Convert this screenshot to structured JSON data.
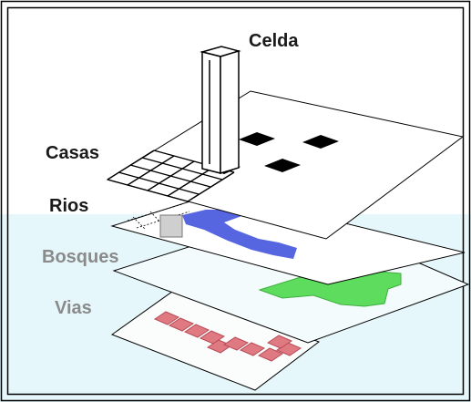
{
  "labels": {
    "celda": "Celda",
    "casas": "Casas",
    "rios": "Rios",
    "bosques": "Bosques",
    "vias": "Vias"
  },
  "colors": {
    "background": "#ffffff",
    "lower_background": "#e6f7fb",
    "dark_label": "#1a1a1a",
    "light_label": "#8a8a8a",
    "house": "#000000",
    "river": "#5566e0",
    "forest": "#5edc5e",
    "road": "#e07a82",
    "line": "#000000"
  },
  "layers": [
    {
      "id": "casas",
      "feature": "houses"
    },
    {
      "id": "rios",
      "feature": "river"
    },
    {
      "id": "bosques",
      "feature": "forest"
    },
    {
      "id": "vias",
      "feature": "roads"
    }
  ]
}
